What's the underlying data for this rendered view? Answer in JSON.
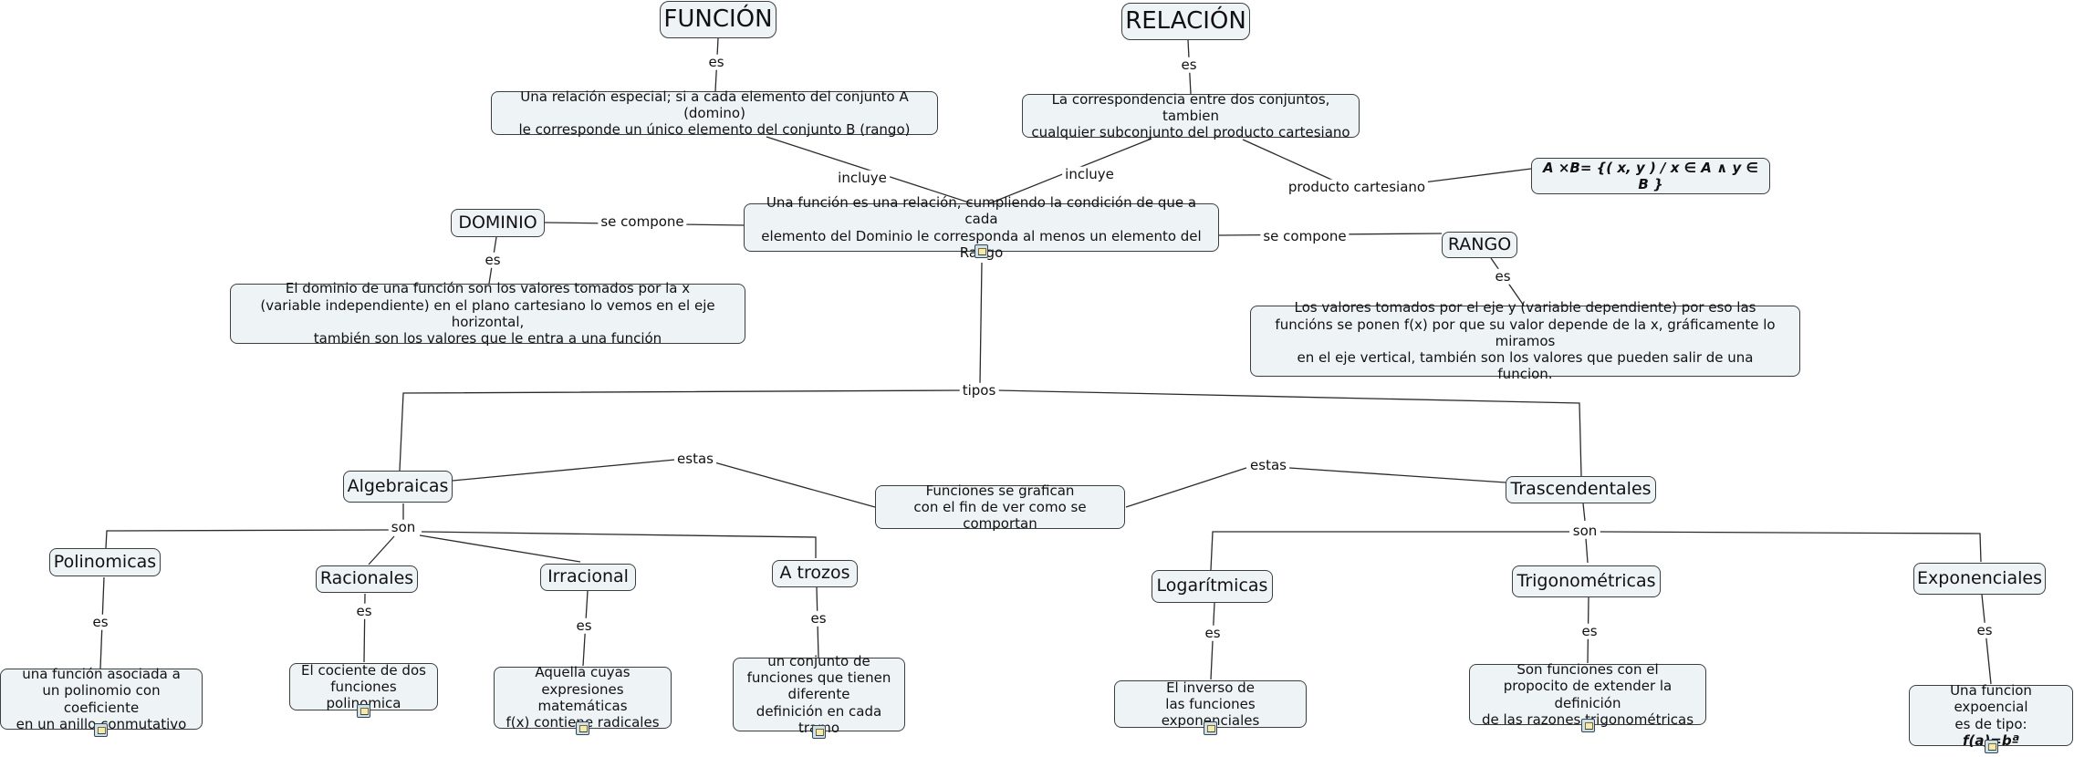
{
  "nodes": {
    "funcion": "FUNCIÓN",
    "relacion": "RELACIÓN",
    "funcion_def": "Una relación especial; si a cada elemento del conjunto A (domino)\nle corresponde un único elemento del conjunto B (rango)",
    "relacion_def": "La correspondencia entre dos conjuntos, tambien\ncualquier subconjunto del producto cartesiano",
    "producto_formula": "A ×B= {( x, y ) / x ∈ A ∧ y ∈ B }",
    "dominio": "DOMINIO",
    "central": "Una función es una relación, cumpliendo la condición de que a cada\nelemento del Dominio le corresponda al menos un elemento del Rango",
    "rango": "RANGO",
    "dominio_def": "El dominio de una función son los valores tomados por la x\n(variable independiente) en el plano cartesiano lo vemos en el eje horizontal,\ntambién son los valores que le entra a una función",
    "rango_def": "Los valores tomados por el eje y (variable dependiente) por eso las\nfuncións se ponen f(x) por que su valor depende de la x, gráficamente lo miramos\nen el eje vertical, también son los valores que pueden salir de una\nfuncion.",
    "algebraicas": "Algebraicas",
    "graficar": "Funciones se grafican\ncon el fin de ver como se comportan",
    "trascendentales": "Trascendentales",
    "polinomicas": "Polinomicas",
    "racionales": "Racionales",
    "irracional": "Irracional",
    "a_trozos": "A trozos",
    "logaritmicas": "Logarítmicas",
    "trigonometricas": "Trigonométricas",
    "exponenciales": "Exponenciales",
    "polinomicas_def": "una función asociada a\nun polinomio con coeficiente\nen un anillo conmutativo",
    "racionales_def": "El cociente de dos\nfunciones polinomica",
    "irracional_def": "Aquella cuyas\nexpresiones matemáticas\nf(x) contiene radicales",
    "a_trozos_def": "un conjunto de\nfunciones que tienen\ndiferente\ndefinición en cada tramo",
    "logaritmicas_def": "El inverso de\nlas funciones exponenciales",
    "trigonometricas_def": "Son funciones con el\npropocito de extender la definición\nde las razones trigonométricas",
    "exponenciales_def_text": "Una funcion expoencial\nes de tipo:",
    "exponenciales_formula": "f(a)=bª"
  },
  "links": {
    "es": "es",
    "incluye": "incluye",
    "producto_cartesiano": "producto cartesiano",
    "se_compone": "se compone",
    "tipos": "tipos",
    "estas": "estas",
    "son": "son"
  },
  "icons": {
    "attachment": "attachment-icon"
  }
}
